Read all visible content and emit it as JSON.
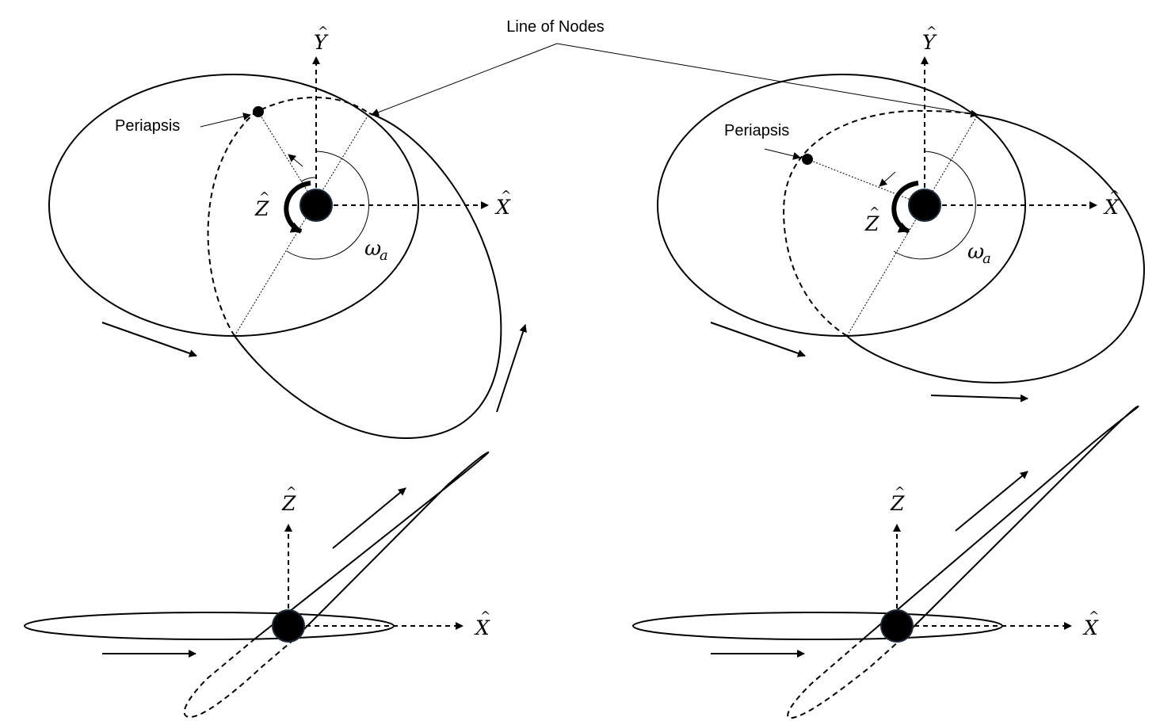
{
  "labels": {
    "line_of_nodes": "Line of Nodes",
    "periapsis": "Periapsis",
    "axis_x": "X",
    "axis_y": "Y",
    "axis_z": "Z",
    "hat": "^",
    "omega": "ω",
    "omega_sub": "a"
  }
}
